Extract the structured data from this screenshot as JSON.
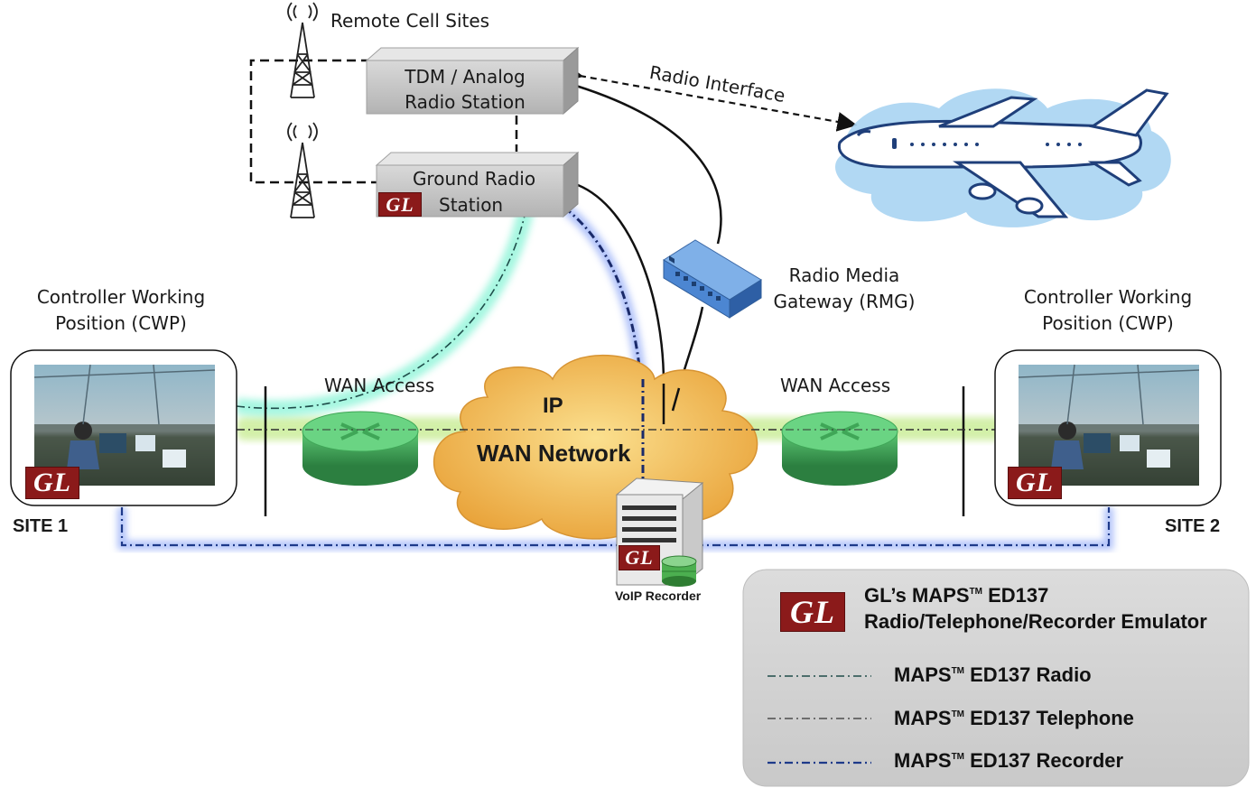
{
  "labels": {
    "remote_cell_sites": "Remote Cell Sites",
    "tdm_station_line1": "TDM / Analog",
    "tdm_station_line2": "Radio Station",
    "ground_station_line1": "Ground Radio",
    "ground_station_line2": "Station",
    "radio_interface": "Radio Interface",
    "rmg_line1": "Radio Media",
    "rmg_line2": "Gateway (RMG)",
    "cwp_left_line1": "Controller Working",
    "cwp_left_line2": "Position (CWP)",
    "cwp_right_line1": "Controller Working",
    "cwp_right_line2": "Position (CWP)",
    "wan_access_left": "WAN Access",
    "wan_access_right": "WAN Access",
    "ip": "IP",
    "wan_network": "WAN Network",
    "site1": "SITE 1",
    "site2": "SITE 2",
    "voip_recorder": "VoIP Recorder",
    "gl_logo": "GL"
  },
  "legend": {
    "title_line1_prefix": "GL’s MAPS",
    "title_line1_tm": "TM",
    "title_line1_suffix": " ED137",
    "title_line2": "Radio/Telephone/Recorder Emulator",
    "items": [
      {
        "prefix": "MAPS",
        "tm": "TM",
        "suffix": " ED137 Radio",
        "color": "#5ff0c8"
      },
      {
        "prefix": "MAPS",
        "tm": "TM",
        "suffix": " ED137 Telephone",
        "color": "#b8e07a"
      },
      {
        "prefix": "MAPS",
        "tm": "TM",
        "suffix": " ED137 Recorder",
        "color": "#6f8ff0"
      }
    ]
  },
  "colors": {
    "radio_glow": "#5ff0c8",
    "telephone_glow": "#b8e07a",
    "recorder_glow": "#6f8ff0",
    "gl_red": "#8b1a1a",
    "cloud": "#f2b84b",
    "router": "#3fa657",
    "legend_bg": "#d3d3d3"
  },
  "icons": [
    "radio-tower-icon",
    "router-icon",
    "cloud-icon",
    "airplane-icon",
    "gateway-icon",
    "server-icon",
    "database-icon"
  ]
}
